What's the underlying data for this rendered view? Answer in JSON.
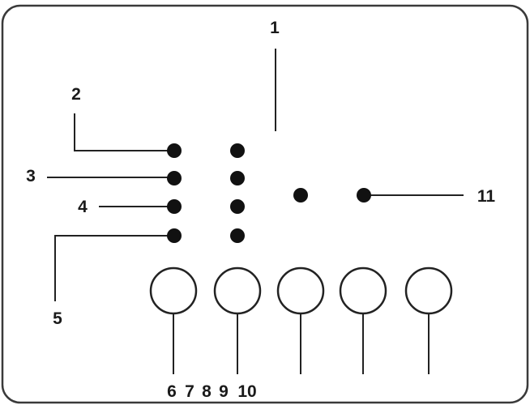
{
  "diagram": {
    "frame": {
      "stroke": "#3a3a3a",
      "fill": "#ffffff"
    },
    "colors": {
      "ink": "#111111",
      "line": "#222222",
      "circle_fill": "#ffffff"
    },
    "callouts": {
      "c1": "1",
      "c2": "2",
      "c3": "3",
      "c4": "4",
      "c5": "5",
      "c6": "6",
      "c7": "7",
      "c8": "8",
      "c9": "9",
      "c10": "10",
      "c11": "11"
    }
  }
}
